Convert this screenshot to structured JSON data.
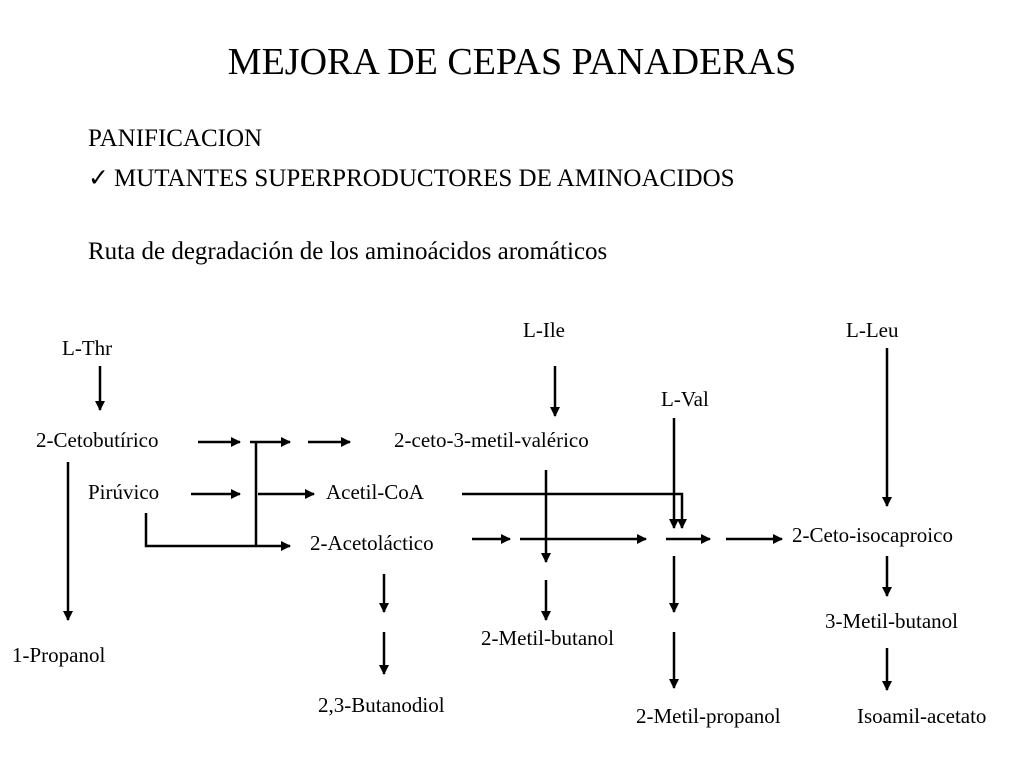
{
  "title": "MEJORA DE CEPAS PANADERAS",
  "section": "PANIFICACION",
  "bullet": {
    "icon": "checkmark-icon",
    "text": "MUTANTES SUPERPRODUCTORES DE AMINOACIDOS"
  },
  "subtitle": "Ruta de degradación de los aminoácidos aromáticos",
  "nodes": {
    "l_thr": "L-Thr",
    "l_ile": "L-Ile",
    "l_leu": "L-Leu",
    "l_val": "L-Val",
    "cetobutirico": "2-Cetobutírico",
    "ceto_metil_valerico": "2-ceto-3-metil-valérico",
    "piruvico": "Pirúvico",
    "acetil_coa": "Acetil-CoA",
    "acetolactico": "2-Acetoláctico",
    "ceto_isocaproico": "2-Ceto-isocaproico",
    "propanol": "1-Propanol",
    "butanodiol": "2,3-Butanodiol",
    "metil_butanol_2": "2-Metil-butanol",
    "metil_butanol_3": "3-Metil-butanol",
    "metil_propanol": "2-Metil-propanol",
    "isoamil_acetato": "Isoamil-acetato"
  },
  "colors": {
    "ink": "#000000",
    "background": "#ffffff"
  }
}
